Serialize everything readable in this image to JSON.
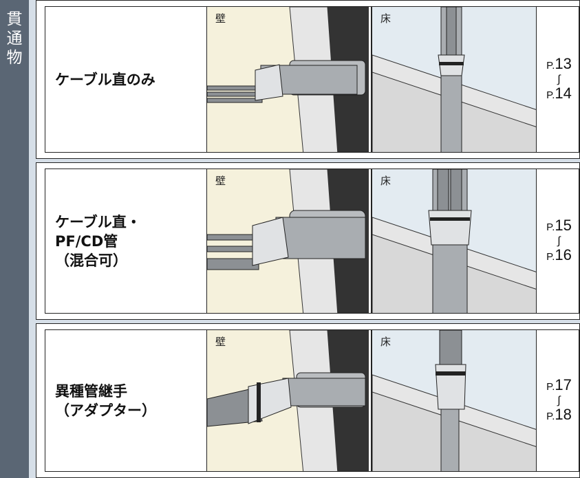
{
  "side_tab": {
    "chars": [
      "貫",
      "通",
      "物"
    ]
  },
  "rows": [
    {
      "title_lines": [
        "ケーブル直のみ"
      ],
      "wall_label": "壁",
      "floor_label": "床",
      "page_from": "13",
      "page_to": "14",
      "page_prefix": "P.",
      "tilde": "∫"
    },
    {
      "title_lines": [
        "ケーブル直・",
        "PF/CD管",
        "（混合可）"
      ],
      "wall_label": "壁",
      "floor_label": "床",
      "page_from": "15",
      "page_to": "16",
      "page_prefix": "P.",
      "tilde": "∫"
    },
    {
      "title_lines": [
        "異種管継手",
        "（アダプター）"
      ],
      "wall_label": "壁",
      "floor_label": "床",
      "page_from": "17",
      "page_to": "18",
      "page_prefix": "P.",
      "tilde": "∫"
    }
  ],
  "colors": {
    "side_tab": "#5a6674",
    "background": "#d6dfe8",
    "wall_surface": "#f5f1dc",
    "concrete": "#e8e8e8",
    "cavity": "#333333",
    "floor_surface": "#e3ebf1"
  }
}
